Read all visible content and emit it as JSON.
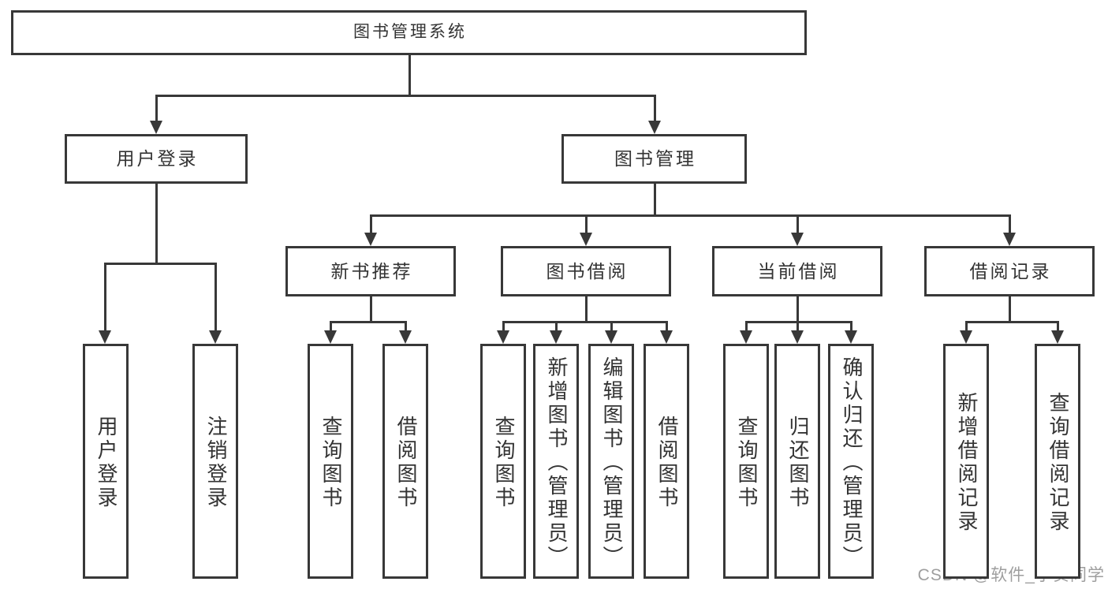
{
  "diagram": {
    "title": "图书管理系统",
    "nodes": [
      {
        "id": "root",
        "label": "图书管理系统",
        "level": 1
      },
      {
        "id": "user-login-module",
        "label": "用户登录",
        "level": 2,
        "parent": "root"
      },
      {
        "id": "book-management",
        "label": "图书管理",
        "level": 2,
        "parent": "root"
      },
      {
        "id": "new-book-recommend",
        "label": "新书推荐",
        "level": 3,
        "parent": "book-management"
      },
      {
        "id": "book-borrowing",
        "label": "图书借阅",
        "level": 3,
        "parent": "book-management"
      },
      {
        "id": "current-borrowing",
        "label": "当前借阅",
        "level": 3,
        "parent": "book-management"
      },
      {
        "id": "borrowing-records",
        "label": "借阅记录",
        "level": 3,
        "parent": "book-management"
      },
      {
        "id": "user-login",
        "label": "用户登录",
        "level": 4,
        "parent": "user-login-module"
      },
      {
        "id": "logout",
        "label": "注销登录",
        "level": 4,
        "parent": "user-login-module"
      },
      {
        "id": "query-books-recommend",
        "label": "查询图书",
        "level": 4,
        "parent": "new-book-recommend"
      },
      {
        "id": "borrow-books-recommend",
        "label": "借阅图书",
        "level": 4,
        "parent": "new-book-recommend"
      },
      {
        "id": "query-books-borrowing",
        "label": "查询图书",
        "level": 4,
        "parent": "book-borrowing"
      },
      {
        "id": "add-book-admin",
        "label": "新增图书（管理员）",
        "level": 4,
        "parent": "book-borrowing"
      },
      {
        "id": "edit-book-admin",
        "label": "编辑图书（管理员）",
        "level": 4,
        "parent": "book-borrowing"
      },
      {
        "id": "borrow-books-borrowing",
        "label": "借阅图书",
        "level": 4,
        "parent": "book-borrowing"
      },
      {
        "id": "query-books-current",
        "label": "查询图书",
        "level": 4,
        "parent": "current-borrowing"
      },
      {
        "id": "return-book",
        "label": "归还图书",
        "level": 4,
        "parent": "current-borrowing"
      },
      {
        "id": "confirm-return-admin",
        "label": "确认归还（管理员）",
        "level": 4,
        "parent": "current-borrowing"
      },
      {
        "id": "add-borrow-record",
        "label": "新增借阅记录",
        "level": 4,
        "parent": "borrowing-records"
      },
      {
        "id": "query-borrow-record",
        "label": "查询借阅记录",
        "level": 4,
        "parent": "borrowing-records"
      }
    ]
  },
  "watermark": {
    "text": "CSDN @软件_小贺同学"
  },
  "colors": {
    "line": "#383838",
    "text": "#333333",
    "watermark": "#9e9e9e",
    "background": "#ffffff"
  }
}
